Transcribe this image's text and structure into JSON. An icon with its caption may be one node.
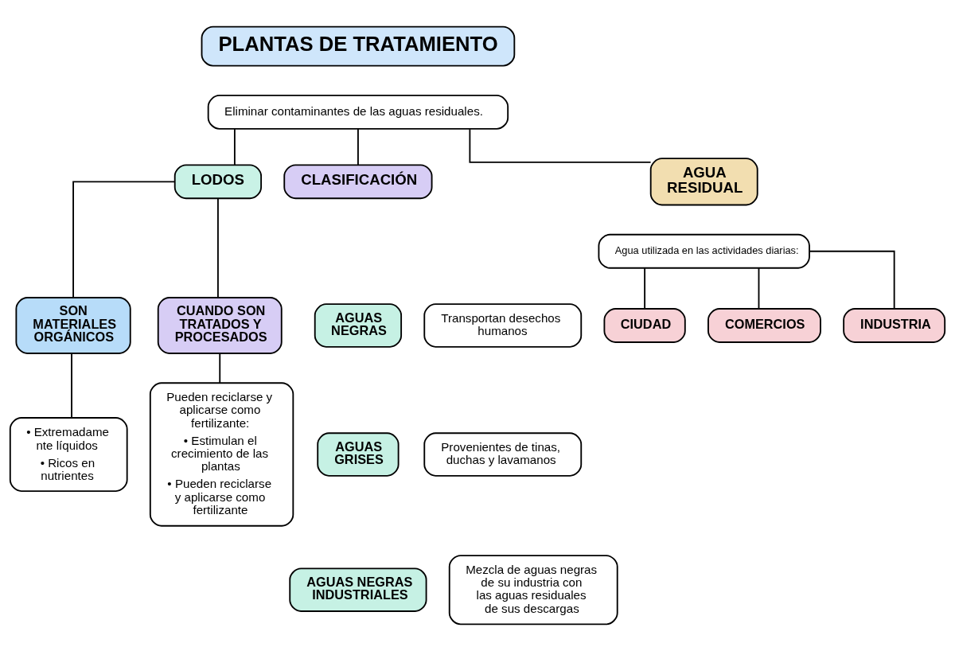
{
  "diagram": {
    "nodes": [
      {
        "text": [
          "PLANTAS DE TRATAMIENTO"
        ]
      },
      {
        "text": [
          "Eliminar contaminantes de las aguas residuales."
        ]
      },
      {
        "text": [
          "LODOS"
        ]
      },
      {
        "text": [
          "CLASIFICACIÓN"
        ]
      },
      {
        "text": [
          "AGUA RESIDUAL"
        ]
      },
      {
        "text": [
          "Agua utilizada en las actividades diarias:"
        ]
      },
      {
        "text": [
          "SON MATERIALES ORGÁNICOS"
        ]
      },
      {
        "text": [
          "CUANDO SON TRATADOS Y PROCESADOS"
        ]
      },
      {
        "text": [
          "• Extremadame nte líquidos",
          "• Ricos en nutrientes"
        ]
      },
      {
        "text": [
          "Pueden reciclarse y aplicarse como fertilizante:",
          "• Estimulan el crecimiento de las plantas",
          "• Pueden reciclarse y aplicarse como fertilizante"
        ]
      },
      {
        "text": [
          "AGUAS NEGRAS"
        ]
      },
      {
        "text": [
          "Transportan desechos humanos"
        ]
      },
      {
        "text": [
          "AGUAS GRISES"
        ]
      },
      {
        "text": [
          "Provenientes de tinas, duchas y lavamanos"
        ]
      },
      {
        "text": [
          "AGUAS NEGRAS INDUSTRIALES"
        ]
      },
      {
        "text": [
          "Mezcla de aguas negras de su industria con las aguas residuales de sus descargas"
        ]
      },
      {
        "text": [
          "CIUDAD"
        ]
      },
      {
        "text": [
          "COMERCIOS"
        ]
      },
      {
        "text": [
          "INDUSTRIA"
        ]
      }
    ],
    "edges": [
      {
        "from": 1,
        "to": 2,
        "arrow": "none"
      },
      {
        "from": 1,
        "to": 3,
        "arrow": "none"
      },
      {
        "from": 1,
        "to": 4,
        "arrow": "none"
      },
      {
        "from": 2,
        "to": 6,
        "arrow": "none"
      },
      {
        "from": 2,
        "to": 7,
        "arrow": "none"
      },
      {
        "from": 6,
        "to": 8,
        "arrow": "none"
      },
      {
        "from": 7,
        "to": 9,
        "arrow": "none"
      },
      {
        "from": 5,
        "to": 16,
        "arrow": "none"
      },
      {
        "from": 5,
        "to": 17,
        "arrow": "none"
      },
      {
        "from": 5,
        "to": 18,
        "arrow": "none"
      }
    ]
  }
}
